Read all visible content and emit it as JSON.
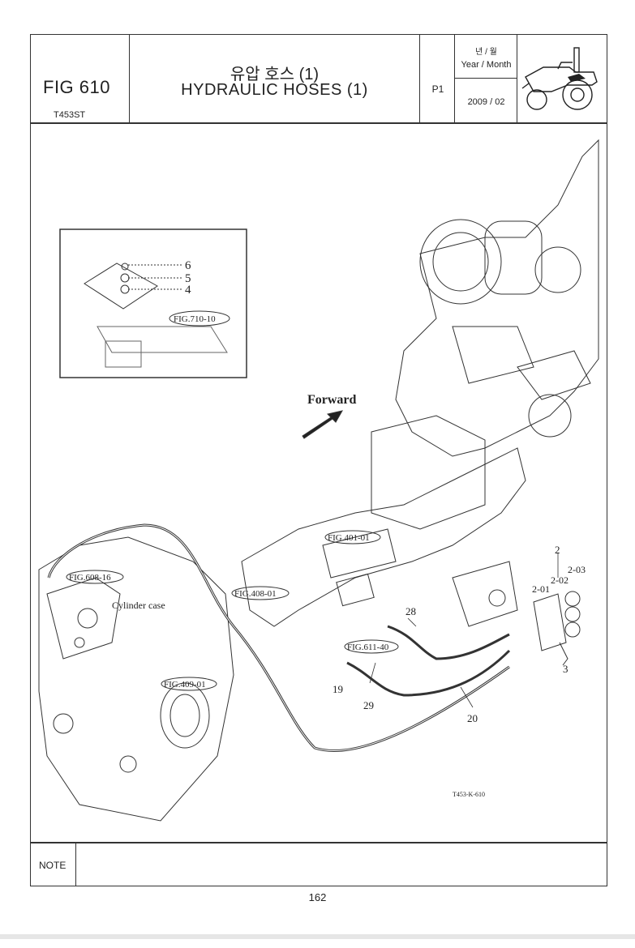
{
  "header": {
    "fig_number": "FIG 610",
    "model": "T453ST",
    "title_korean": "유압 호스 (1)",
    "title_english": "HYDRAULIC HOSES (1)",
    "page_code": "P1",
    "year_month_label_korean": "년 / 월",
    "year_month_label_english": "Year / Month",
    "year_month_value": "2009 / 02",
    "logo_icon": "tractor-icon"
  },
  "diagram": {
    "inset_callouts": {
      "c6": "6",
      "c5": "5",
      "c4": "4",
      "fig_ref": "FIG.710-10"
    },
    "forward_label": "Forward",
    "fig_refs": {
      "r401": "FIG.401-01",
      "r608": "FIG.608-16",
      "r408": "FIG.408-01",
      "r611": "FIG.611-40",
      "r409": "FIG.409-01"
    },
    "cylinder_case_label": "Cylinder case",
    "callouts": {
      "c2": "2",
      "c2_03": "2-03",
      "c2_02": "2-02",
      "c2_01": "2-01",
      "c28": "28",
      "c3": "3",
      "c19": "19",
      "c29": "29",
      "c20": "20"
    },
    "drawing_code": "T453-K-610"
  },
  "footer": {
    "note_label": "NOTE",
    "page_number": "162"
  }
}
